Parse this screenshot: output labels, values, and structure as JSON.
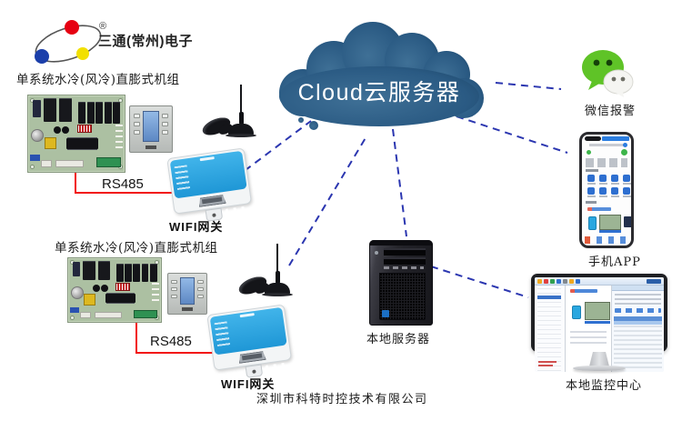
{
  "logo": {
    "text": "三通(常州)电子",
    "registered_mark": "®",
    "dot_colors": {
      "red": "#e60012",
      "blue": "#1b3faa",
      "yellow": "#f2e000"
    }
  },
  "cloud": {
    "label": "Cloud云服务器",
    "color_top": "#3f7096",
    "color_edge": "#1d4668"
  },
  "nodes": {
    "unit1": {
      "label": "单系统水冷(风冷)直膨式机组"
    },
    "unit2": {
      "label": "单系统水冷(风冷)直膨式机组"
    },
    "gateway1": {
      "label": "WIFI网关"
    },
    "gateway2": {
      "label": "WIFI网关"
    },
    "wechat": {
      "label": "微信报警"
    },
    "phone": {
      "label": "手机APP"
    },
    "local_server": {
      "label": "本地服务器"
    },
    "monitor": {
      "label": "本地监控中心"
    }
  },
  "links": {
    "rs485_1": {
      "label": "RS485"
    },
    "rs485_2": {
      "label": "RS485"
    }
  },
  "footer": {
    "company": "深圳市科特时控技术有限公司"
  },
  "colors": {
    "dash_blue": "#2b36b0",
    "rs485_red": "#f21010",
    "gateway_blue": "#2aa7e0",
    "wechat_green": "#5fc327",
    "pcb_green": "#acc0a2",
    "lcd_blue": "#7aa8dc"
  }
}
